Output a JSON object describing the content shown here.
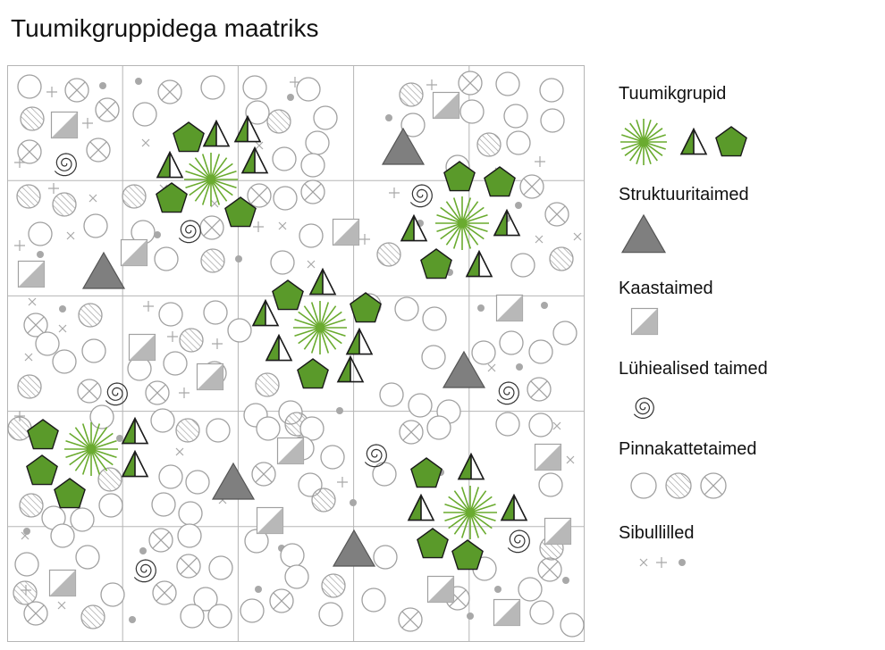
{
  "title": "Tuumikgruppidega maatriks",
  "colors": {
    "green": "#5a9a2a",
    "green_stroke": "#1a1a1a",
    "burst": "#6aab2f",
    "gray_triangle": "#7f7f7f",
    "light_gray": "#b8b8b8",
    "grid_line": "#b5b5b5",
    "outline": "#a0a0a0"
  },
  "grid": {
    "rows": 5,
    "columns": 5
  },
  "legend": {
    "core_groups": {
      "label": "Tuumikgrupid",
      "icons": [
        "green-burst-icon",
        "half-green-triangle-icon",
        "green-pentagon-icon"
      ]
    },
    "structural_plants": {
      "label": "Struktuuritaimed",
      "icons": [
        "gray-triangle-icon"
      ]
    },
    "companion_plants": {
      "label": "Kaastaimed",
      "icons": [
        "half-gray-square-icon"
      ]
    },
    "short_lived_plants": {
      "label": "Lühiealised taimed",
      "icons": [
        "spiral-icon"
      ]
    },
    "ground_cover_plants": {
      "label": "Pinnakattetaimed",
      "icons": [
        "open-circle-icon",
        "hatched-circle-icon",
        "crossed-circle-icon"
      ]
    },
    "bulbs": {
      "label": "Sibullilled",
      "icons": [
        "x-mark-icon",
        "plus-mark-icon",
        "dot-icon"
      ]
    }
  }
}
